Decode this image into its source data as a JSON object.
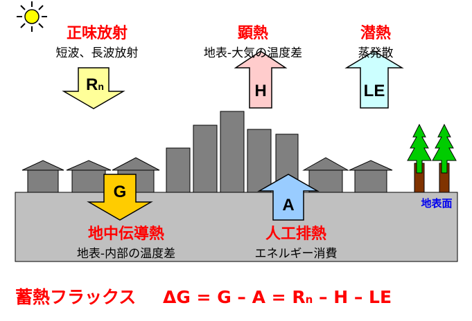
{
  "fluxes": {
    "net_radiation": {
      "title": "正味放射",
      "subtitle": "短波、長波放射",
      "symbol": "R",
      "symbol_sub": "n",
      "color": "#ffff99"
    },
    "sensible_heat": {
      "title": "顕熱",
      "subtitle": "地表-大気の温度差",
      "symbol": "H",
      "color": "#ffcccc"
    },
    "latent_heat": {
      "title": "潜熱",
      "subtitle": "蒸発散",
      "symbol": "LE",
      "color": "#ccffff"
    },
    "ground_heat": {
      "title": "地中伝導熱",
      "subtitle": "地表-内部の温度差",
      "symbol": "G",
      "color": "#ffcc00"
    },
    "anthropogenic_heat": {
      "title": "人工排熱",
      "subtitle": "エネルギー消費",
      "symbol": "A",
      "color": "#99ccff"
    }
  },
  "surface_label": "地表面",
  "equation": {
    "label": "蓄熱フラックス",
    "lhs": "ΔG = G – A = R",
    "lhs_sub": "n",
    "rhs": " – H – LE"
  },
  "colors": {
    "ground": "#c0c0c0",
    "building": "#808080",
    "tree_green": "#00cc00",
    "trunk": "#803300",
    "sun": "#ffff00",
    "title_red": "#ff0000",
    "surface_label_blue": "#0000ee"
  }
}
